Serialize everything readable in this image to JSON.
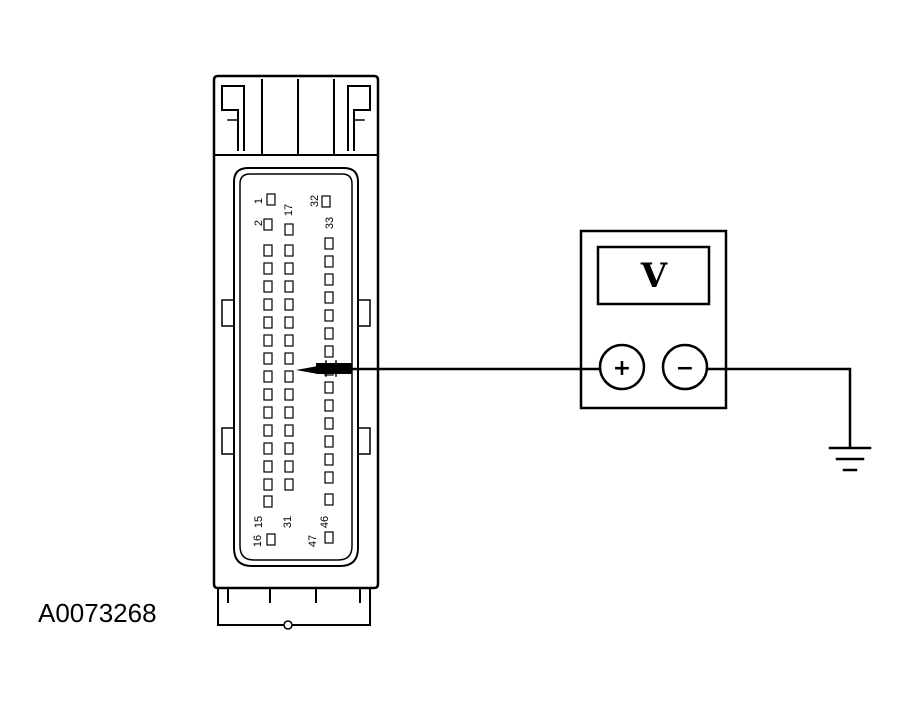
{
  "figure_id": "A0073268",
  "connector": {
    "pin_labels": {
      "col1_top": "1",
      "col1_mid": "2",
      "col1_low": "15",
      "col1_bottom": "16",
      "col2_top": "17",
      "col2_bottom": "31",
      "col3_top": "32",
      "col3_mid": "33",
      "col3_low": "46",
      "col3_bottom": "47"
    }
  },
  "voltmeter": {
    "display_symbol": "V",
    "positive_symbol": "+",
    "negative_symbol": "−"
  },
  "icons": {
    "ground": "ground-icon",
    "probe": "probe-icon"
  }
}
